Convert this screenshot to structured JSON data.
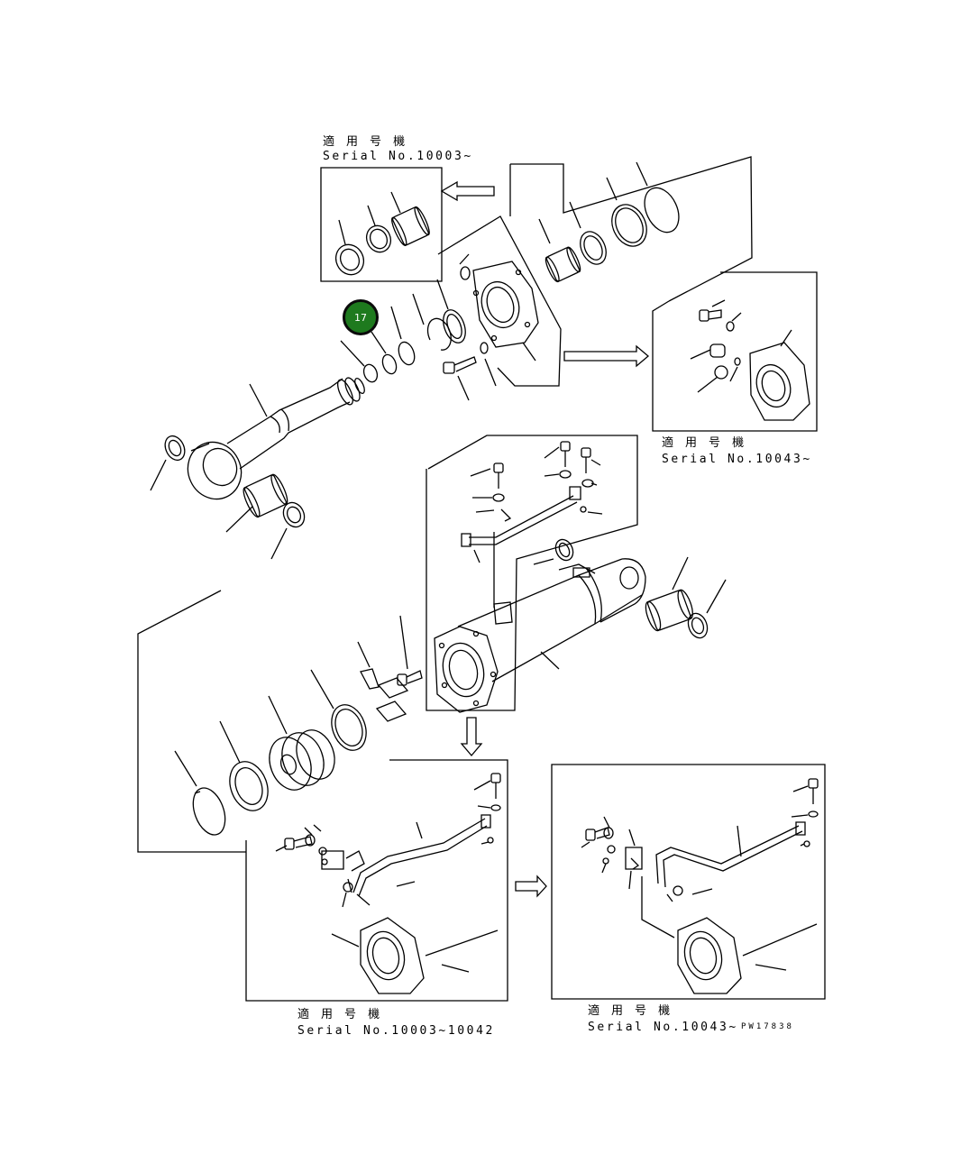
{
  "serial_labels": {
    "top_left": {
      "jp": "適 用 号 機",
      "en": "Serial No.10003~"
    },
    "right_mid": {
      "jp": "適 用 号 機",
      "en": "Serial No.10043~"
    },
    "bottom_left": {
      "jp": "適 用 号 機",
      "en": "Serial No.10003~10042"
    },
    "bottom_right": {
      "jp": "適 用 号 機",
      "en": "Serial No.10043~"
    }
  },
  "callout": {
    "number": "17",
    "color": "#1e7a1e"
  },
  "drawing_code": "PW17838"
}
